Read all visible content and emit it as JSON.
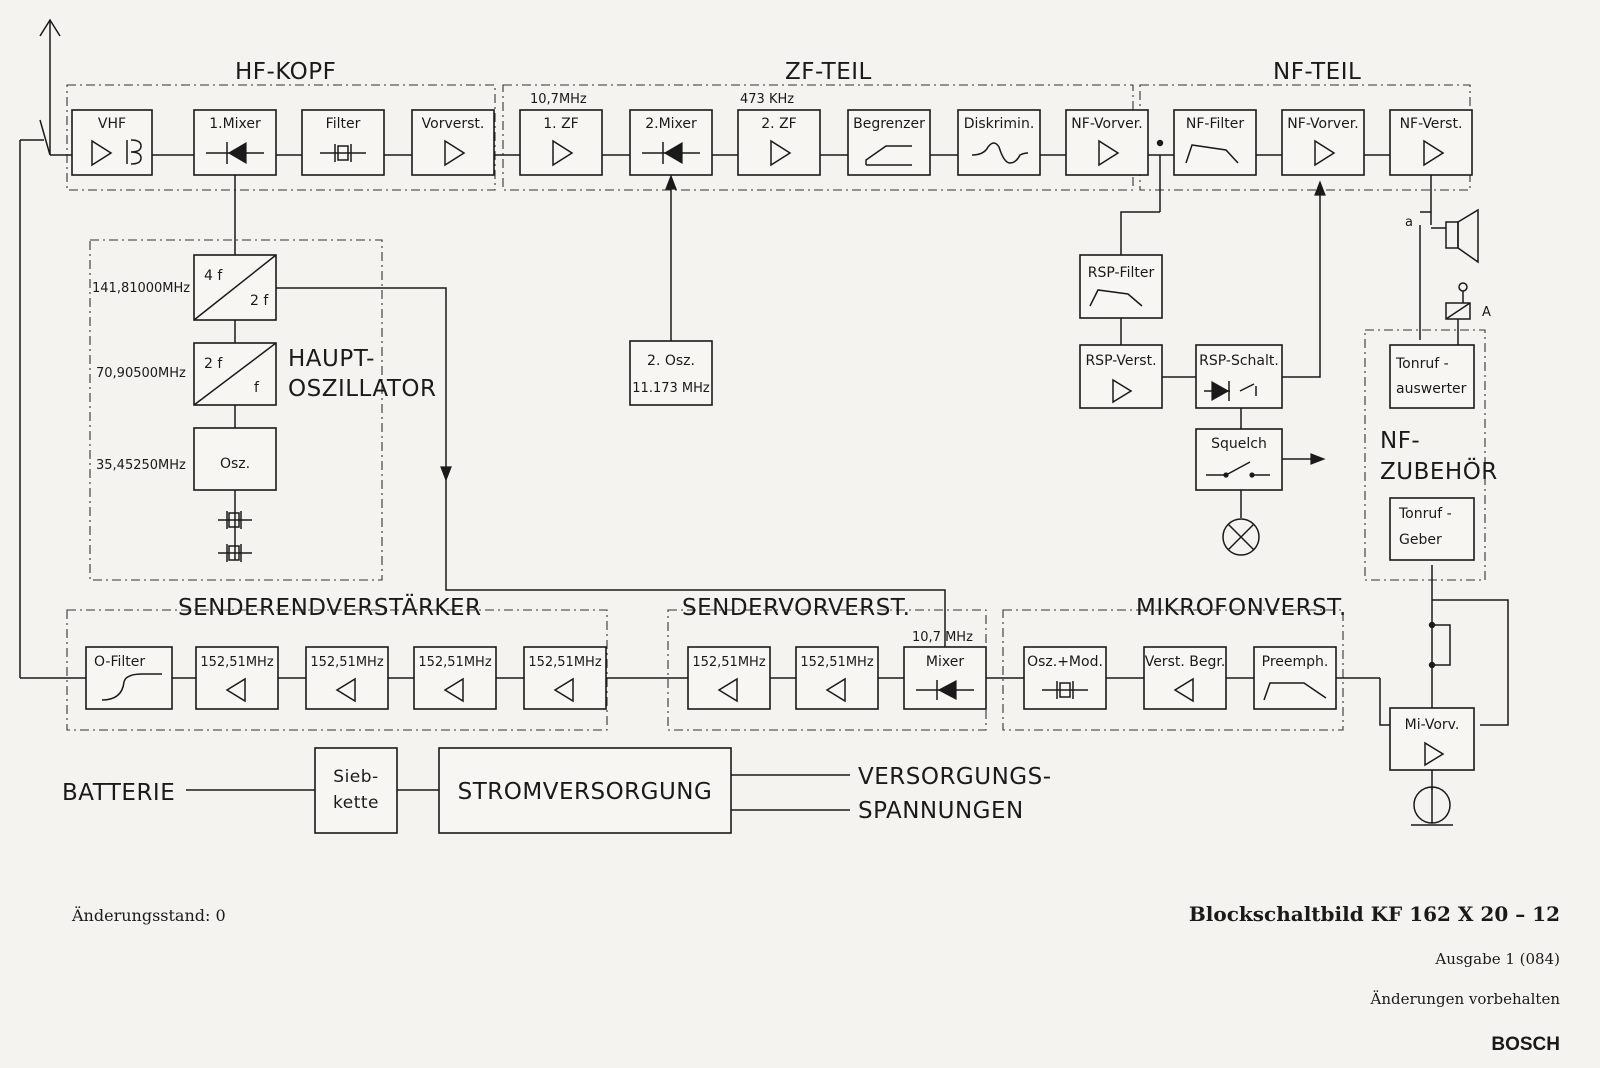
{
  "sections": {
    "hf_kopf": "HF-KOPF",
    "zf_teil": "ZF-TEIL",
    "nf_teil": "NF-TEIL",
    "haupt_oszillator_1": "HAUPT-",
    "haupt_oszillator_2": "OSZILLATOR",
    "senderendverstaerker": "SENDERENDVERSTÄRKER",
    "sendervorverst": "SENDERVORVERST.",
    "mikrofonverst": "MIKROFONVERST.",
    "nf_zubehoer_1": "NF-",
    "nf_zubehoer_2": "ZUBEHÖR"
  },
  "receive_chain": {
    "vhf": "VHF",
    "mixer1": "1.Mixer",
    "filter": "Filter",
    "vorverst": "Vorverst.",
    "zf1": "1. ZF",
    "mixer2": "2.Mixer",
    "zf2": "2. ZF",
    "begrenzer": "Begrenzer",
    "diskrimin": "Diskrimin.",
    "nf_vorver1": "NF-Vorver.",
    "nf_filter": "NF-Filter",
    "nf_vorver2": "NF-Vorver.",
    "nf_verst": "NF-Verst."
  },
  "freqs": {
    "zf1": "10,7MHz",
    "zf2": "473 KHz",
    "osc1": "141,81000MHz",
    "osc2": "70,90500MHz",
    "osc3": "35,45250MHz",
    "osz2": "11.173 MHz",
    "tx_mixer": "10,7 MHz"
  },
  "oscillator": {
    "mult4_a": "4 f",
    "mult4_b": "2 f",
    "mult2_a": "2 f",
    "mult2_b": "f",
    "osz": "Osz.",
    "osz2": "2. Osz."
  },
  "squelch": {
    "rsp_filter": "RSP-Filter",
    "rsp_verst": "RSP-Verst.",
    "rsp_schalt": "RSP-Schalt.",
    "squelch": "Squelch"
  },
  "nf_accessory": {
    "tonruf_auswerter_1": "Tonruf -",
    "tonruf_auswerter_2": "auswerter",
    "tonruf_geber_1": "Tonruf -",
    "tonruf_geber_2": "Geber",
    "mi_vorv": "Mi-Vorv.",
    "contact_a": "a",
    "relay_a": "A"
  },
  "transmit_chain": {
    "o_filter": "O-Filter",
    "pa1": "152,51MHz",
    "pa2": "152,51MHz",
    "pa3": "152,51MHz",
    "pa4": "152,51MHz",
    "pv1": "152,51MHz",
    "pv2": "152,51MHz",
    "mixer": "Mixer",
    "osz_mod": "Osz.+Mod.",
    "verst_begr": "Verst. Begr.",
    "preemph": "Preemph."
  },
  "power": {
    "batterie": "BATTERIE",
    "siebkette_1": "Sieb-",
    "siebkette_2": "kette",
    "stromversorgung": "STROMVERSORGUNG",
    "versorgung_1": "VERSORGUNGS-",
    "versorgung_2": "SPANNUNGEN"
  },
  "footer": {
    "aenderungsstand": "Änderungsstand:  0",
    "title": "Blockschaltbild KF 162 X 20 – 12",
    "ausgabe": "Ausgabe 1 (084)",
    "vorbehalt": "Änderungen vorbehalten",
    "brand": "BOSCH"
  }
}
